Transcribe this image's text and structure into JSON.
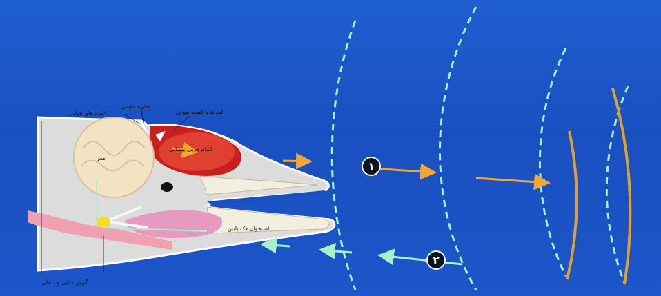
{
  "diagram": {
    "nodes": [
      {
        "text": [
          "۱"
        ]
      },
      {
        "text": [
          "۲"
        ]
      }
    ],
    "labels": [
      "حفره تنفسی",
      "کیسه های هوایی",
      "لب ها و کیسه صوتی",
      "اندام چربی پیشانی",
      "استخوان فک پایین",
      "گوش میانی و داخلی",
      "مغز"
    ]
  }
}
